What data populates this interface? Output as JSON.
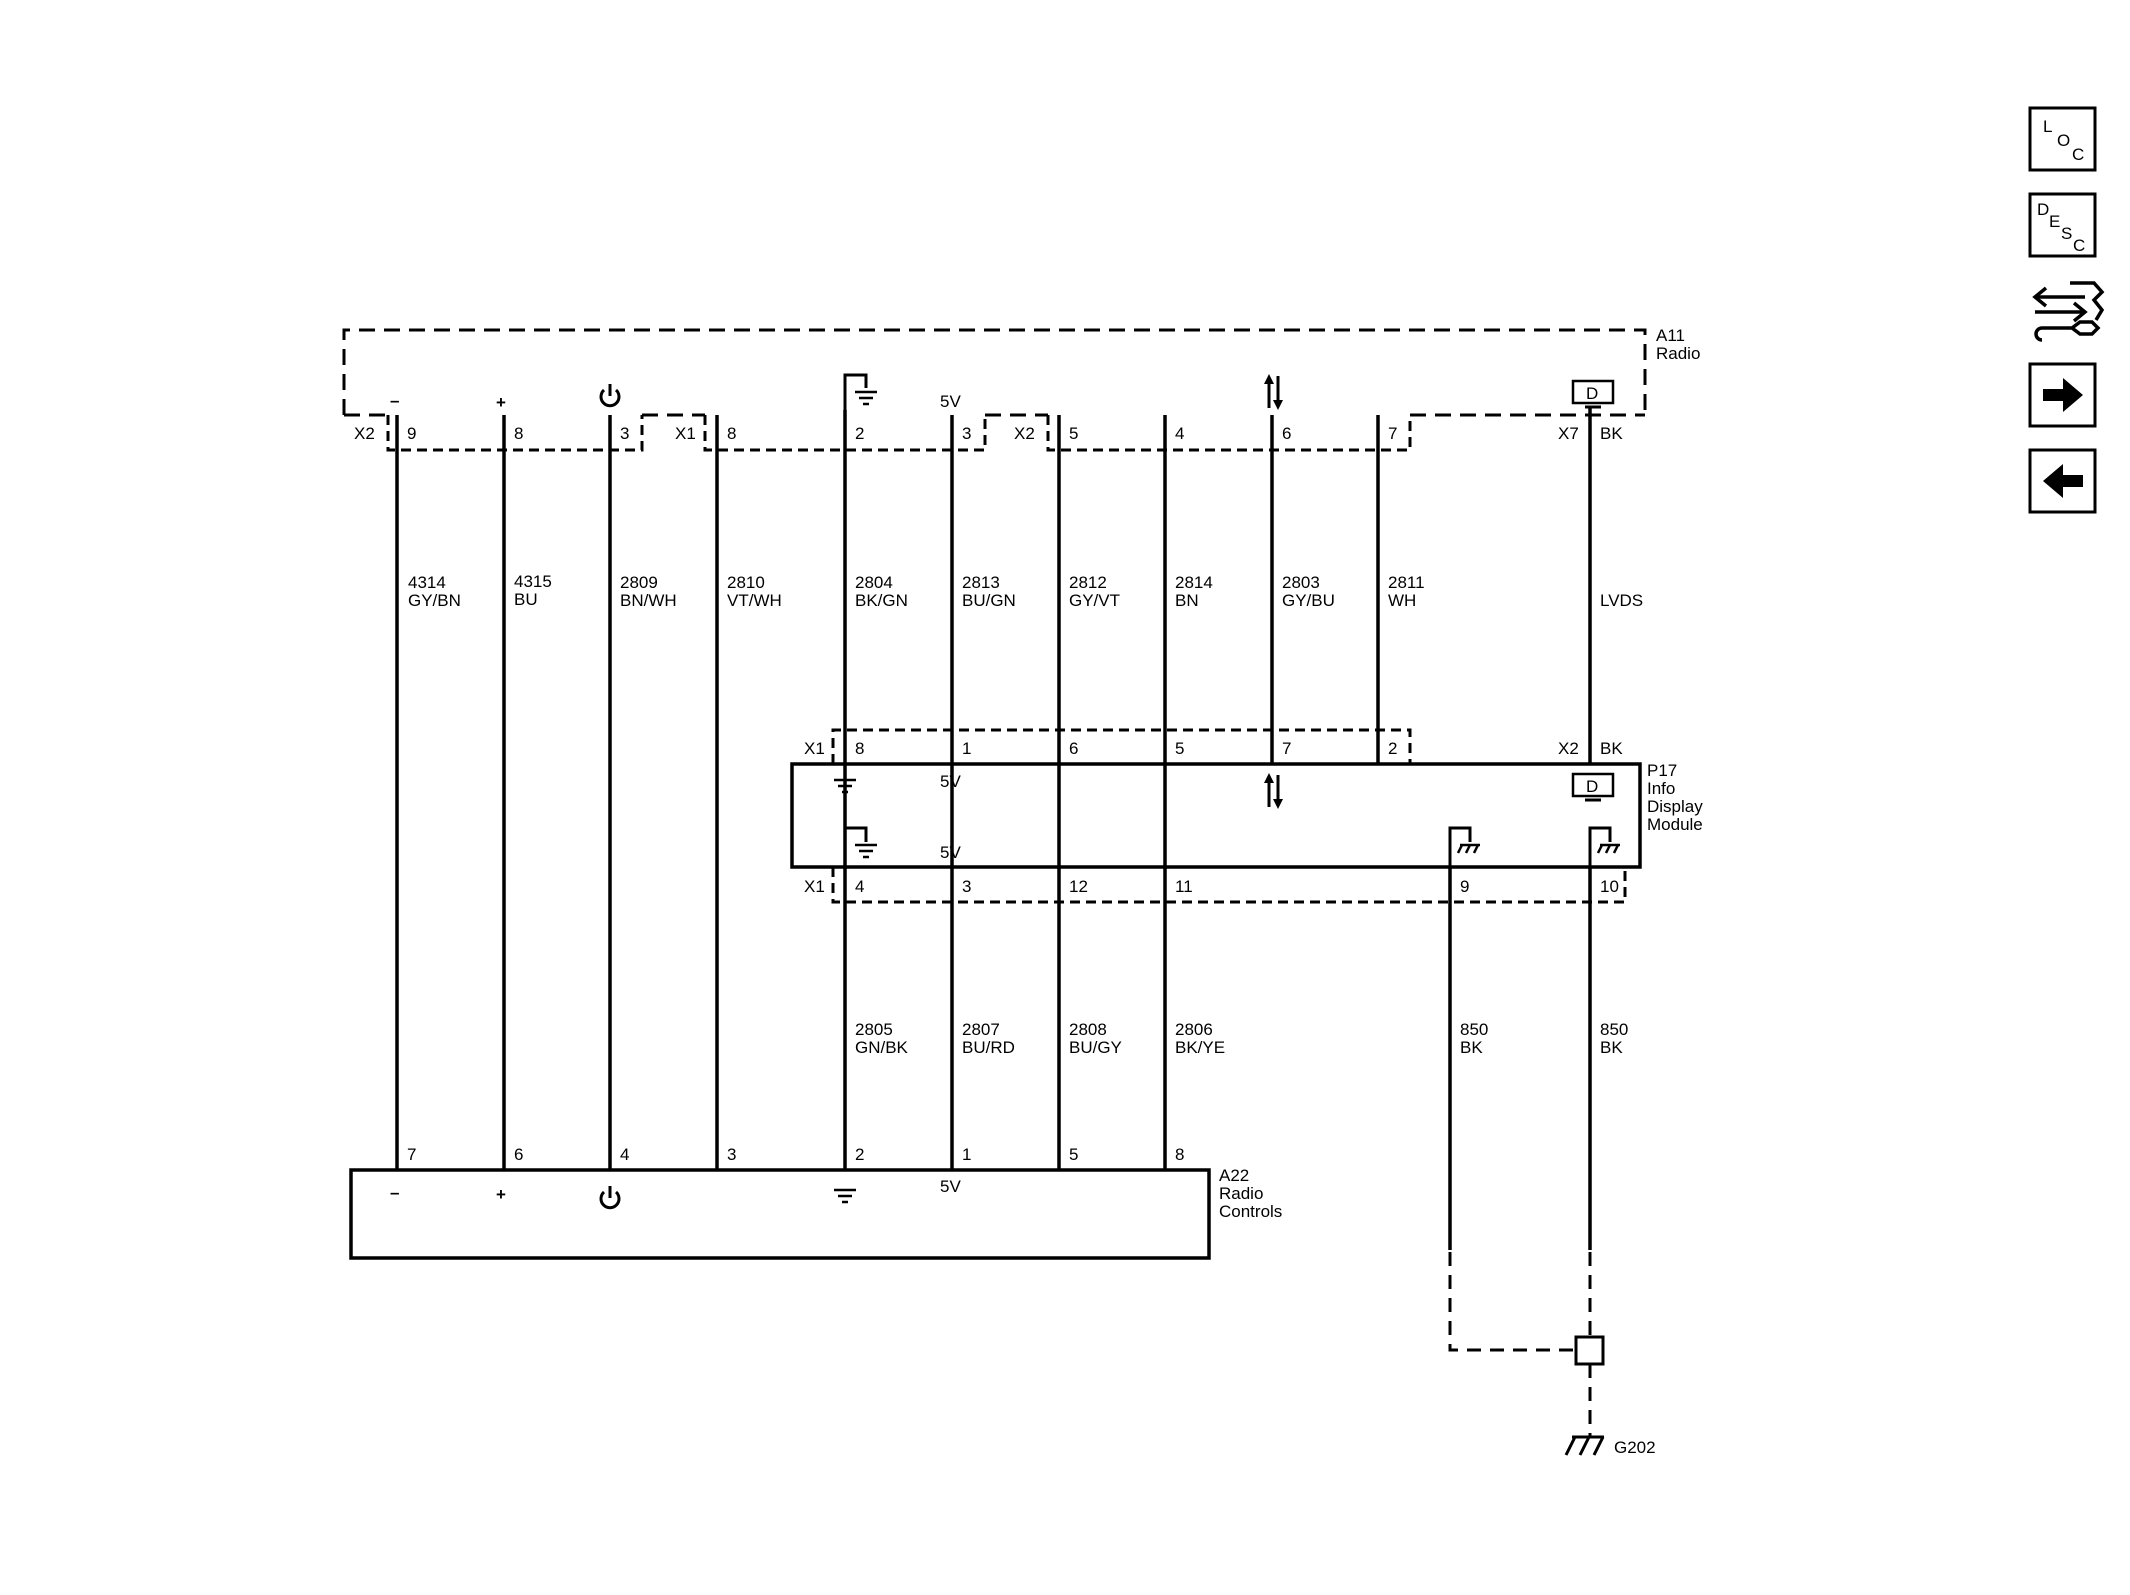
{
  "components": {
    "a11": {
      "id": "A11",
      "name": "Radio"
    },
    "p17": {
      "id": "P17",
      "name_lines": [
        "Info",
        "Display",
        "Module"
      ]
    },
    "a22": {
      "id": "A22",
      "name_lines": [
        "Radio",
        "Controls"
      ]
    },
    "g202": {
      "id": "G202"
    }
  },
  "symbols": {
    "minus": "–",
    "plus": "+",
    "five_v": "5V",
    "display_d": "D"
  },
  "connectors": {
    "a11_x2_left": "X2",
    "a11_x1": "X1",
    "a11_x2_right": "X2",
    "a11_x7": "X7",
    "a11_x7_color": "BK",
    "p17_top_x1": "X1",
    "p17_top_x2": "X2",
    "p17_top_x2_color": "BK",
    "p17_bottom_x1": "X1"
  },
  "pins": {
    "a11": [
      "9",
      "8",
      "3",
      "8",
      "2",
      "3",
      "5",
      "4",
      "6",
      "7"
    ],
    "p17_top": [
      "8",
      "1",
      "6",
      "5",
      "7",
      "2"
    ],
    "p17_bottom": [
      "4",
      "3",
      "12",
      "11",
      "9",
      "10"
    ],
    "a22": [
      "7",
      "6",
      "4",
      "3",
      "2",
      "1",
      "5",
      "8"
    ]
  },
  "upper_wires": [
    {
      "circuit": "4314",
      "color": "GY/BN"
    },
    {
      "circuit": "4315",
      "color": "BU"
    },
    {
      "circuit": "2809",
      "color": "BN/WH"
    },
    {
      "circuit": "2810",
      "color": "VT/WH"
    },
    {
      "circuit": "2804",
      "color": "BK/GN"
    },
    {
      "circuit": "2813",
      "color": "BU/GN"
    },
    {
      "circuit": "2812",
      "color": "GY/VT"
    },
    {
      "circuit": "2814",
      "color": "BN"
    },
    {
      "circuit": "2803",
      "color": "GY/BU"
    },
    {
      "circuit": "2811",
      "color": "WH"
    }
  ],
  "lvds_label": "LVDS",
  "lower_wires": [
    {
      "circuit": "2805",
      "color": "GN/BK"
    },
    {
      "circuit": "2807",
      "color": "BU/RD"
    },
    {
      "circuit": "2808",
      "color": "BU/GY"
    },
    {
      "circuit": "2806",
      "color": "BK/YE"
    },
    {
      "circuit": "850",
      "color": "BK"
    },
    {
      "circuit": "850",
      "color": "BK"
    }
  ],
  "side_buttons": {
    "loc": [
      "L",
      "O",
      "C"
    ],
    "desc": [
      "D",
      "E",
      "S",
      "C"
    ]
  }
}
